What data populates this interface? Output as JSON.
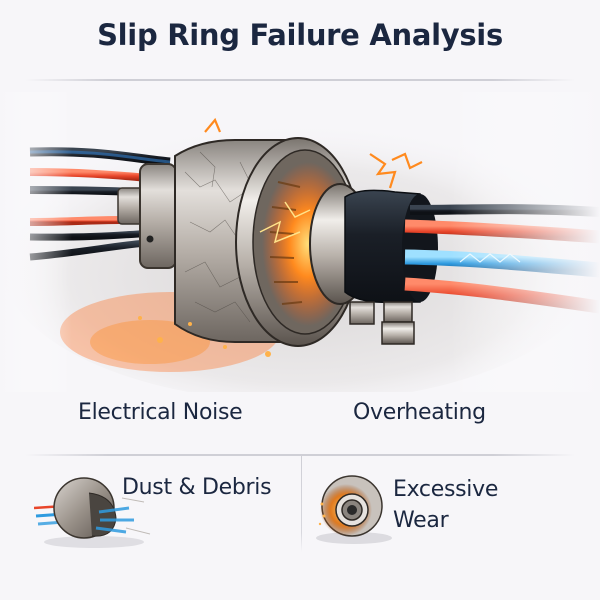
{
  "header": {
    "title": "Slip Ring Failure Analysis"
  },
  "hero": {
    "illustration": "slip-ring-with-sparks-and-cables",
    "colors": {
      "metal": "#b9b3ad",
      "spark": "#ff8a1e",
      "cable_red": "#e8452a",
      "cable_blue": "#2f9be0",
      "cable_black": "#1e232b"
    }
  },
  "failure_modes": {
    "primary": [
      {
        "label": "Electrical Noise"
      },
      {
        "label": "Overheating"
      }
    ],
    "secondary": [
      {
        "label": "Dust & Debris",
        "icon": "dusty-slip-ring-icon"
      },
      {
        "label": "Excessive Wear",
        "icon": "worn-bearing-icon"
      }
    ]
  },
  "theme": {
    "text_color": "#1b2740",
    "background": "#f7f6f9",
    "divider": "#cfcfd6"
  }
}
